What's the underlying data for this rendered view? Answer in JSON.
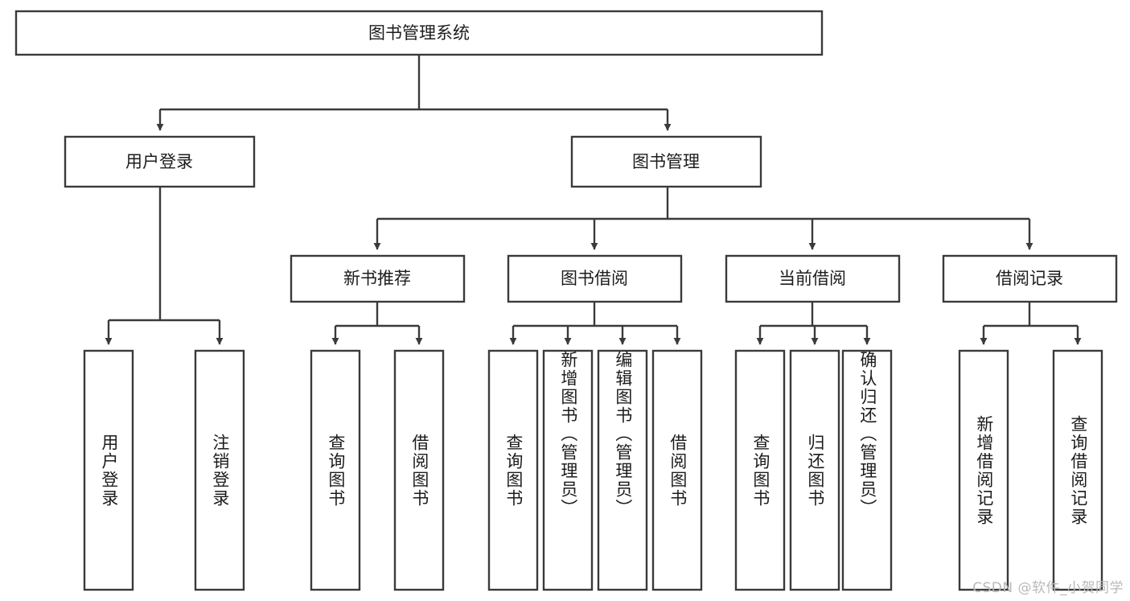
{
  "diagram": {
    "type": "tree-hierarchy",
    "title": "图书管理系统",
    "watermark": "CSDN @软件_小贺同学",
    "colors": {
      "background": "#ffffff",
      "stroke": "#3a3a3a",
      "text": "#1c1c1c",
      "watermark": "#b9b9b9"
    },
    "levels": {
      "root": {
        "label": "图书管理系统"
      },
      "level2": [
        {
          "id": "user-login",
          "label": "用户登录"
        },
        {
          "id": "book-manage",
          "label": "图书管理"
        }
      ],
      "level3": [
        {
          "id": "new-book-rec",
          "label": "新书推荐"
        },
        {
          "id": "book-borrow",
          "label": "图书借阅"
        },
        {
          "id": "current-borrow",
          "label": "当前借阅"
        },
        {
          "id": "borrow-record",
          "label": "借阅记录"
        }
      ],
      "leaves": {
        "user_login": [
          {
            "id": "leaf-user-login",
            "label": "用户登录"
          },
          {
            "id": "leaf-logout",
            "label": "注销登录"
          }
        ],
        "new_book_rec": [
          {
            "id": "leaf-query-book-1",
            "label": "查询图书"
          },
          {
            "id": "leaf-borrow-book-1",
            "label": "借阅图书"
          }
        ],
        "book_borrow": [
          {
            "id": "leaf-query-book-2",
            "label": "查询图书"
          },
          {
            "id": "leaf-add-book",
            "label": "新增图书（管理员）"
          },
          {
            "id": "leaf-edit-book",
            "label": "编辑图书（管理员）"
          },
          {
            "id": "leaf-borrow-book-2",
            "label": "借阅图书"
          }
        ],
        "current_borrow": [
          {
            "id": "leaf-query-book-3",
            "label": "查询图书"
          },
          {
            "id": "leaf-return-book",
            "label": "归还图书"
          },
          {
            "id": "leaf-confirm-return",
            "label": "确认归还（管理员）"
          }
        ],
        "borrow_record": [
          {
            "id": "leaf-add-record",
            "label": "新增借阅记录"
          },
          {
            "id": "leaf-query-record",
            "label": "查询借阅记录"
          }
        ]
      }
    }
  }
}
